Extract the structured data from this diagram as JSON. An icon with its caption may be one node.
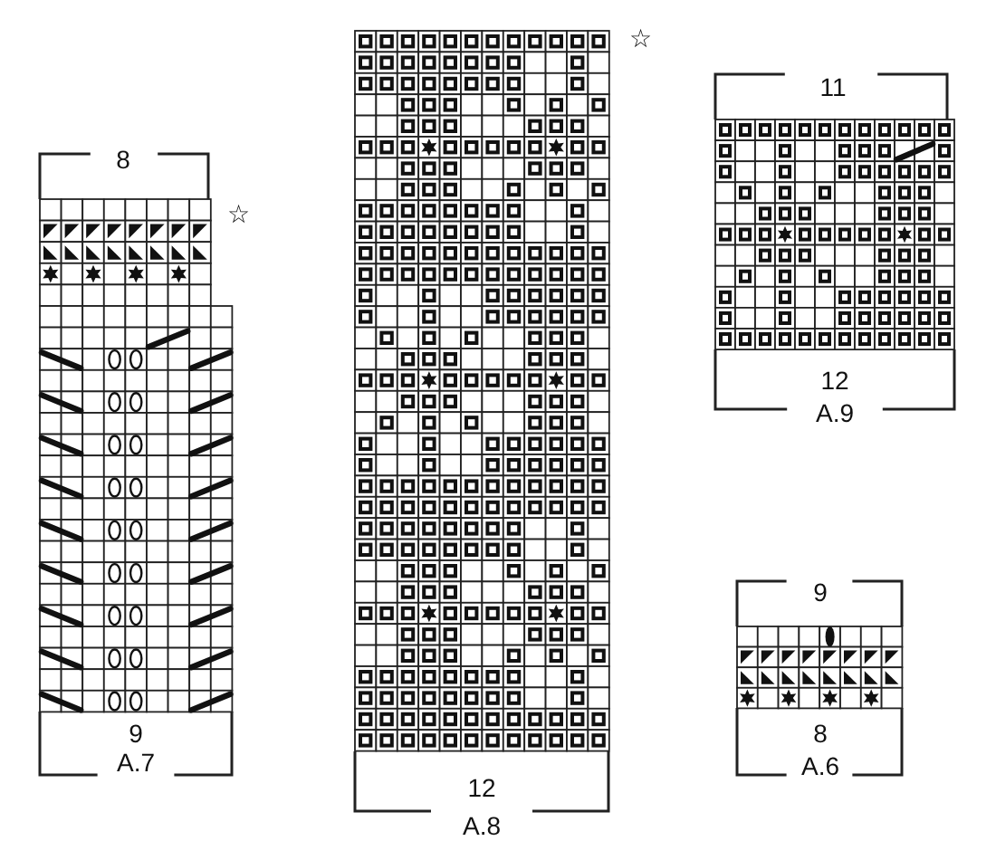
{
  "diagram": {
    "labels": [
      "8",
      "☆",
      "9",
      "A.7",
      "☆",
      "12",
      "A.8",
      "11",
      "12",
      "A.9",
      "9",
      "8",
      "A.6"
    ]
  }
}
